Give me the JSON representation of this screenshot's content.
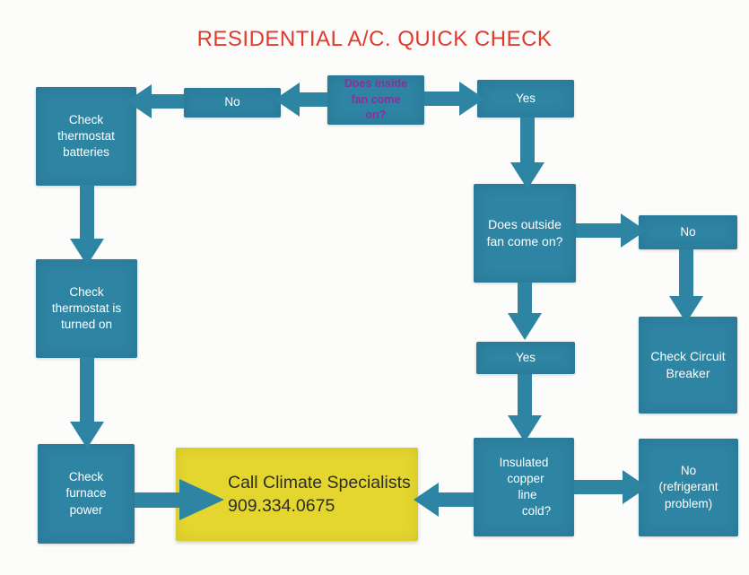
{
  "title": "RESIDENTIAL A/C. QUICK CHECK",
  "colors": {
    "teal": "#2e84a3",
    "yellow": "#e4d62f",
    "red": "#e13a2d",
    "purple": "#8c2f9c",
    "ink": "#2e2e27",
    "white_text": "#ffffff",
    "bg": "#fcfcfa"
  },
  "nodes": {
    "inside_fan": {
      "label": "Does inside\nfan come\non?"
    },
    "no_top": {
      "label": "No"
    },
    "yes_top": {
      "label": "Yes"
    },
    "check_thermostat_batteries": {
      "label": "Check\nthermostat\nbatteries"
    },
    "check_thermostat_turned_on": {
      "label": "Check\nthermostat is\nturned on"
    },
    "check_furnace_power": {
      "label": "Check\nfurnace\npower"
    },
    "outside_fan": {
      "label": "Does outside\nfan come on?"
    },
    "no_right": {
      "label": "No"
    },
    "check_circuit_breaker": {
      "label": "Check Circuit\nBreaker"
    },
    "yes_mid": {
      "label": "Yes"
    },
    "insulated_copper_line": {
      "line1": "Insulated",
      "line2": "copper",
      "line3": "line",
      "line4": "cold?"
    },
    "no_refrigerant": {
      "label": "No\n(refrigerant\nproblem)"
    },
    "call_specialists": {
      "line1": "Call Climate Specialists",
      "line2": "909.334.0675"
    }
  }
}
